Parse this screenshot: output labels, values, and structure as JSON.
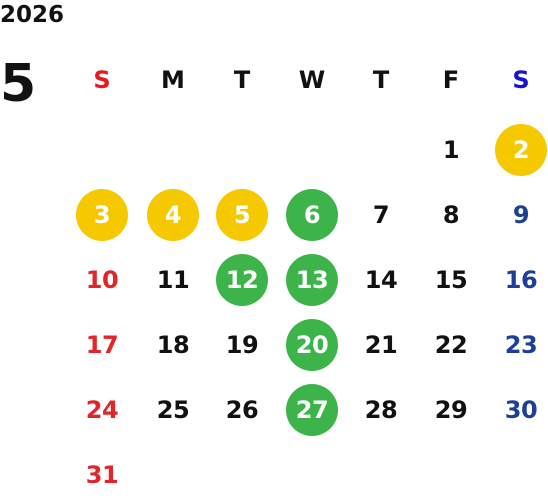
{
  "calendar": {
    "year": "2026",
    "month": "5",
    "weekdays": [
      {
        "label": "S",
        "color": "#e6191e"
      },
      {
        "label": "M",
        "color": "#111111"
      },
      {
        "label": "T",
        "color": "#111111"
      },
      {
        "label": "W",
        "color": "#111111"
      },
      {
        "label": "T",
        "color": "#111111"
      },
      {
        "label": "F",
        "color": "#111111"
      },
      {
        "label": "S",
        "color": "#1414d2"
      }
    ],
    "first_weekday_index": 5,
    "colors": {
      "sunday": "#e0262b",
      "saturday": "#1e3f96",
      "weekday": "#111111",
      "marked_text": "#ffffff",
      "yellow": "#f5c800",
      "green": "#3cb44a"
    },
    "days": [
      {
        "label": "1",
        "highlight": ""
      },
      {
        "label": "2",
        "highlight": "yellow"
      },
      {
        "label": "3",
        "highlight": "yellow"
      },
      {
        "label": "4",
        "highlight": "yellow"
      },
      {
        "label": "5",
        "highlight": "yellow"
      },
      {
        "label": "6",
        "highlight": "green"
      },
      {
        "label": "7",
        "highlight": ""
      },
      {
        "label": "8",
        "highlight": ""
      },
      {
        "label": "9",
        "highlight": ""
      },
      {
        "label": "10",
        "highlight": ""
      },
      {
        "label": "11",
        "highlight": ""
      },
      {
        "label": "12",
        "highlight": "green"
      },
      {
        "label": "13",
        "highlight": "green"
      },
      {
        "label": "14",
        "highlight": ""
      },
      {
        "label": "15",
        "highlight": ""
      },
      {
        "label": "16",
        "highlight": ""
      },
      {
        "label": "17",
        "highlight": ""
      },
      {
        "label": "18",
        "highlight": ""
      },
      {
        "label": "19",
        "highlight": ""
      },
      {
        "label": "20",
        "highlight": "green"
      },
      {
        "label": "21",
        "highlight": ""
      },
      {
        "label": "22",
        "highlight": ""
      },
      {
        "label": "23",
        "highlight": ""
      },
      {
        "label": "24",
        "highlight": ""
      },
      {
        "label": "25",
        "highlight": ""
      },
      {
        "label": "26",
        "highlight": ""
      },
      {
        "label": "27",
        "highlight": "green"
      },
      {
        "label": "28",
        "highlight": ""
      },
      {
        "label": "29",
        "highlight": ""
      },
      {
        "label": "30",
        "highlight": ""
      },
      {
        "label": "31",
        "highlight": ""
      }
    ]
  }
}
